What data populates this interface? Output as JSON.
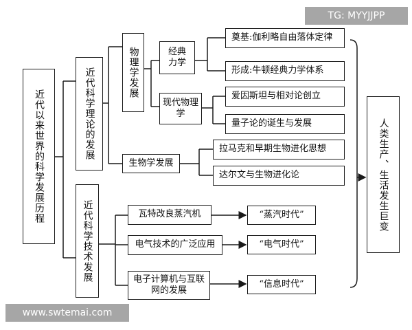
{
  "watermark_top": "TG: MYYJJPP",
  "watermark_bottom": "www.swtemai.com",
  "root": "近代以来世界的科学发展历程",
  "theory": {
    "label": "近代科学理论的发展",
    "physics": {
      "label": "物理学发展",
      "classical": {
        "label": "经典力学",
        "items": [
          "奠基:伽利略自由落体定律",
          "形成:牛顿经典力学体系"
        ]
      },
      "modern": {
        "label": "现代物理学",
        "items": [
          "爱因斯坦与相对论创立",
          "量子论的诞生与发展"
        ]
      }
    },
    "biology": {
      "label": "生物学发展",
      "items": [
        "拉马克和早期生物进化思想",
        "达尔文与生物进化论"
      ]
    }
  },
  "tech": {
    "label": "近代科学技术发展",
    "items": [
      {
        "label": "瓦特改良蒸汽机",
        "era": "“蒸汽时代”"
      },
      {
        "label": "电气技术的广泛应用",
        "era": "“电气时代”"
      },
      {
        "label": "电子计算机与互联网的发展",
        "era": "“信息时代”"
      }
    ]
  },
  "result": "人类生产、生活发生巨变"
}
